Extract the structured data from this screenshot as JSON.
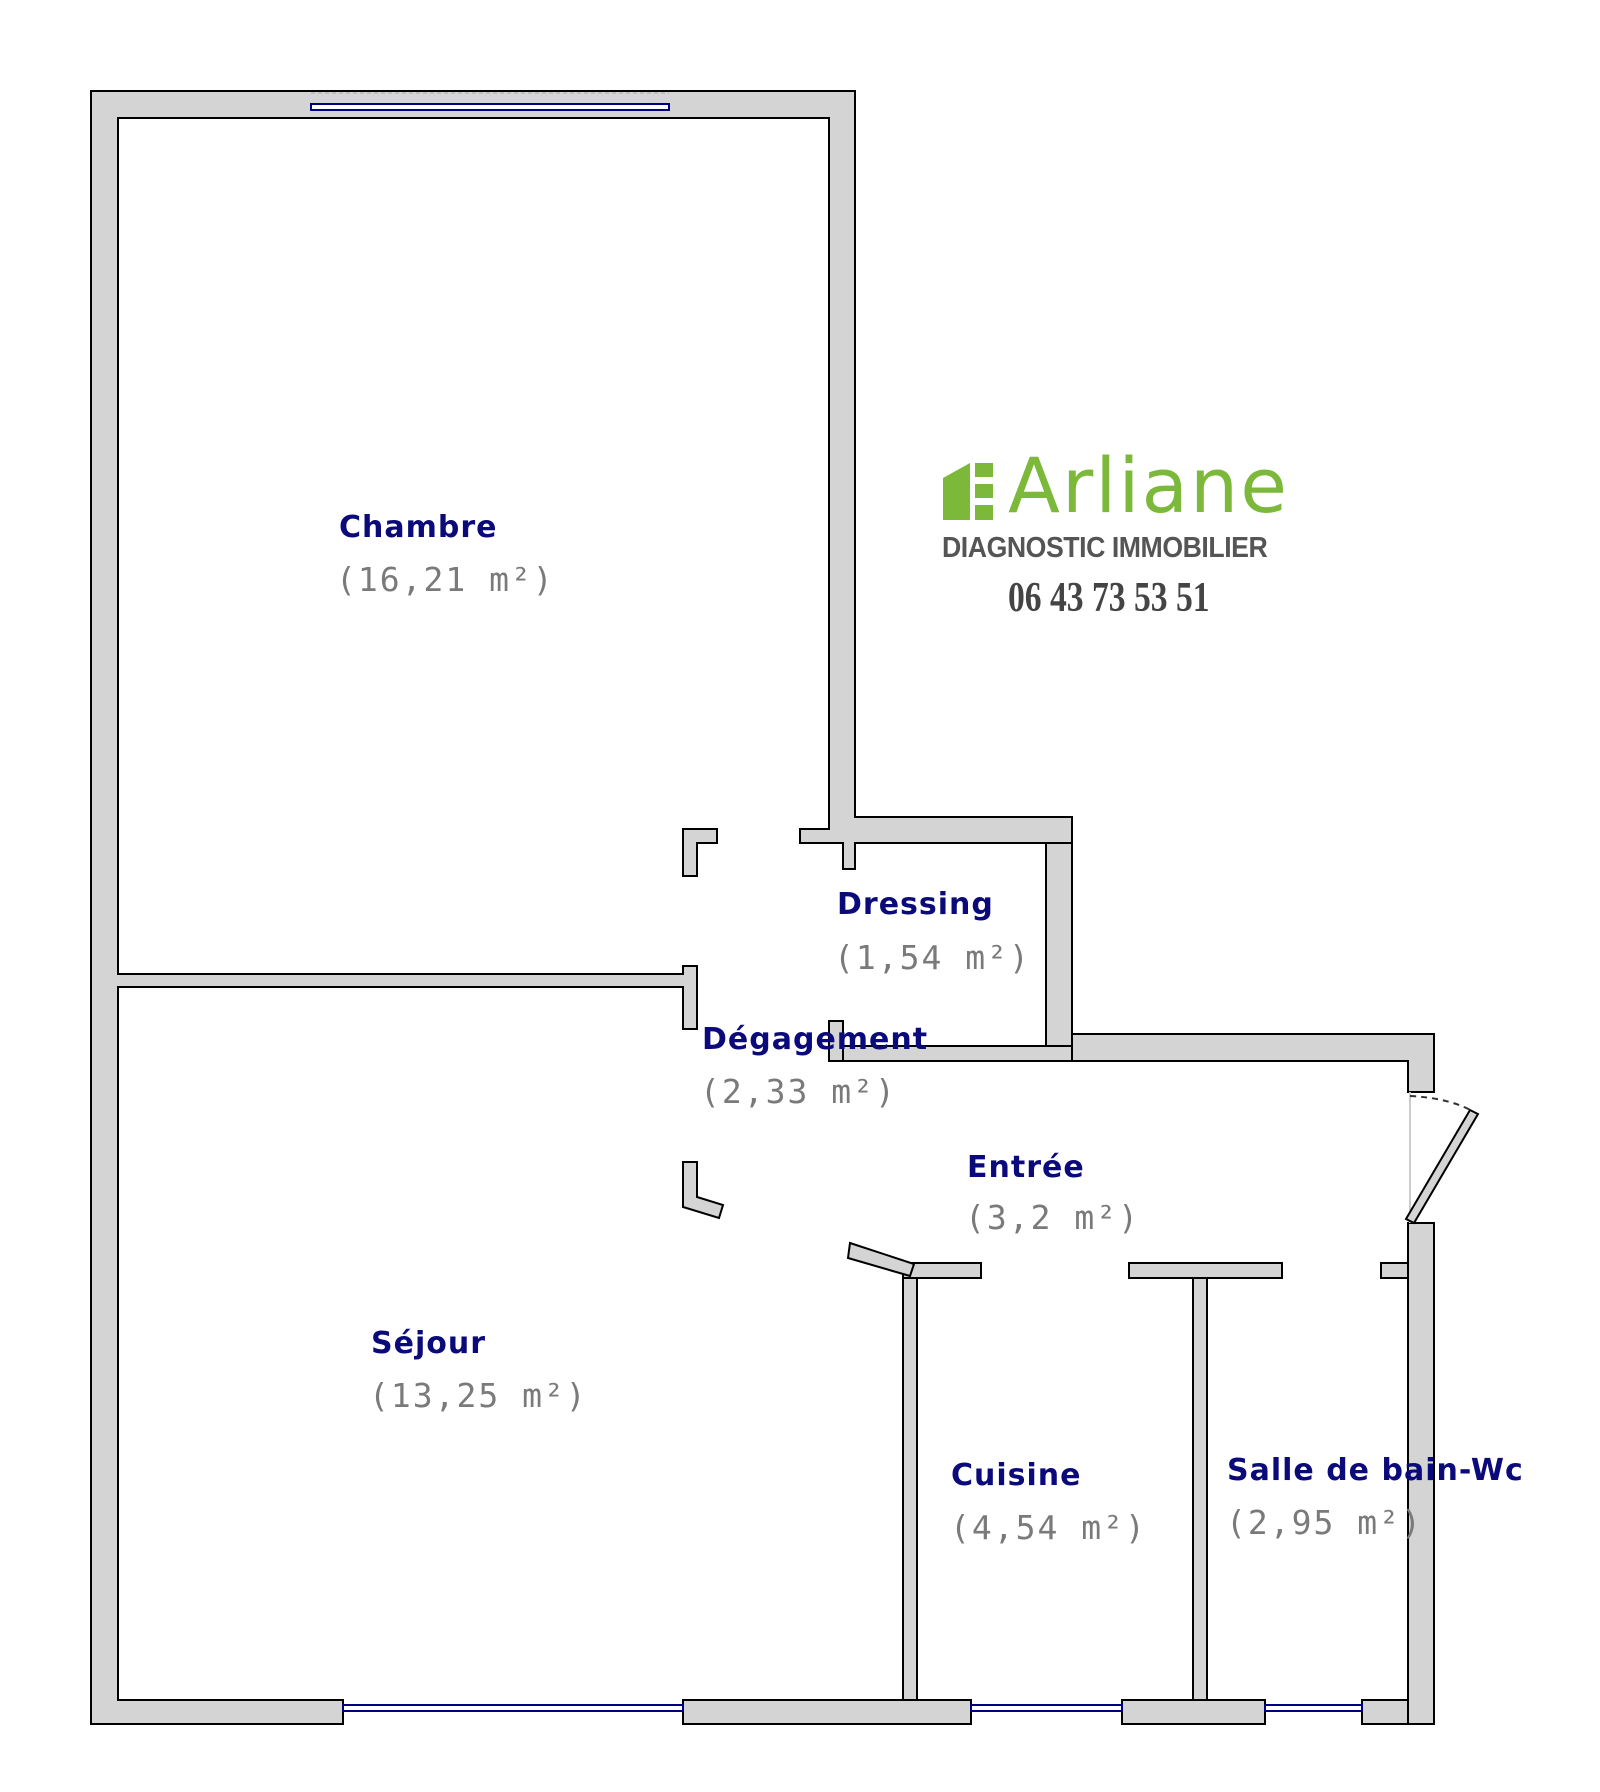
{
  "rooms": [
    {
      "name": "Chambre",
      "area": "(16,21 m²)"
    },
    {
      "name": "Dressing",
      "area": "(1,54 m²)"
    },
    {
      "name": "Dégagement",
      "area": "(2,33 m²)"
    },
    {
      "name": "Entrée",
      "area": "(3,2 m²)"
    },
    {
      "name": "Séjour",
      "area": "(13,25 m²)"
    },
    {
      "name": "Cuisine",
      "area": "(4,54 m²)"
    },
    {
      "name": "Salle de bain-Wc",
      "area": "(2,95 m²)"
    }
  ],
  "logo": {
    "brand": "Arliane",
    "tagline": "DIAGNOSTIC IMMOBILIER",
    "phone": "06 43 73 53 51",
    "color": "#7cb93a"
  },
  "colors": {
    "wall": "#d4d4d4",
    "label": "#0a0a7a",
    "area": "#7a7a7a",
    "window": "#000080"
  }
}
